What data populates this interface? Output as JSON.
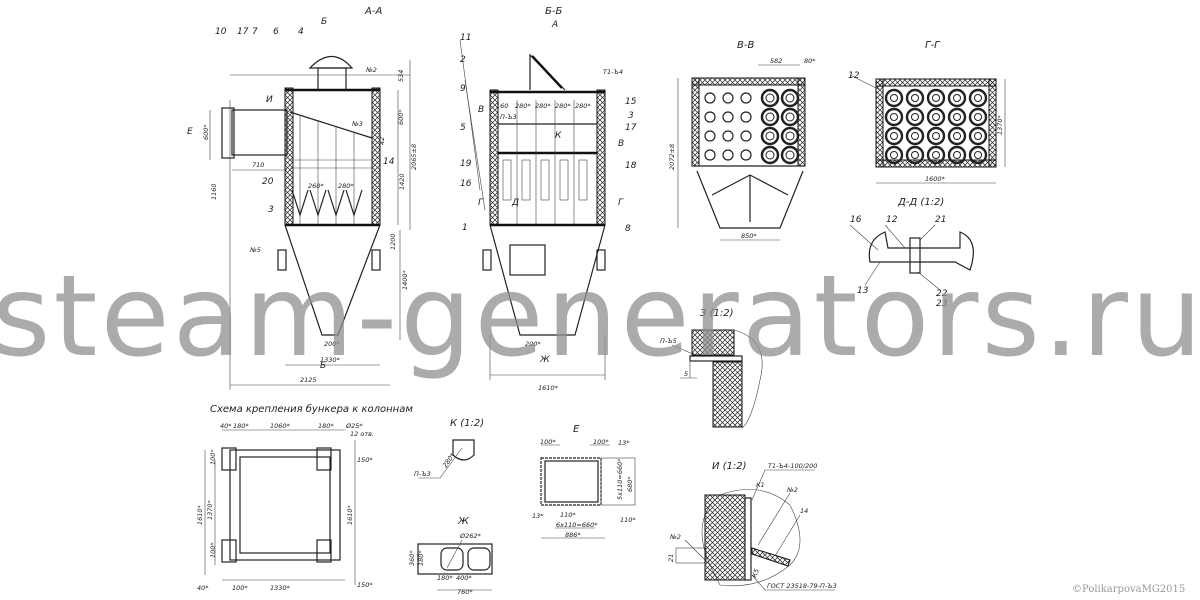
{
  "views": {
    "aa": {
      "title": "А-А",
      "labels": [
        "10",
        "17",
        "7",
        "6",
        "4",
        "И",
        "№2",
        "№3",
        "14",
        "20",
        "3",
        "№5",
        "Е",
        "Б",
        "Б"
      ],
      "dims": [
        "534",
        "600*",
        "42",
        "2065±8",
        "1420",
        "1160",
        "1200",
        "1400*",
        "2125",
        "1330*",
        "710",
        "600*",
        "200*",
        "260*",
        "280*"
      ]
    },
    "bb": {
      "title": "Б-Б",
      "labels": [
        "11",
        "2",
        "9",
        "5",
        "19",
        "16",
        "1",
        "15",
        "3",
        "17",
        "18",
        "8",
        "А",
        "В",
        "В",
        "Г",
        "Г",
        "Д",
        "Ж",
        "К",
        "Т1-Ъ4",
        "П-Ъ3"
      ],
      "dims": [
        "160",
        "280*",
        "280*",
        "280*",
        "280*",
        "1610*",
        "200*"
      ]
    },
    "vv": {
      "title": "В-В",
      "dims": [
        "582",
        "80*",
        "2072±8",
        "850*"
      ]
    },
    "gg": {
      "title": "Г-Г",
      "labels": [
        "12"
      ],
      "dims": [
        "1600*",
        "1370*"
      ]
    },
    "dd": {
      "title": "Д-Д (1:2)",
      "labels": [
        "16",
        "12",
        "21",
        "13",
        "22",
        "23"
      ]
    },
    "scheme": {
      "title": "Схема крепления бункера к колоннам",
      "dims": [
        "40*",
        "180*",
        "1060*",
        "180*",
        "Ø25*",
        "12 отв.",
        "1330*",
        "1610*",
        "1370*",
        "1610*",
        "100*",
        "40*",
        "100*",
        "100*",
        "150*",
        "150*"
      ]
    },
    "k": {
      "title": "К (1:2)",
      "labels": [
        "П-Ъ3",
        "280*"
      ]
    },
    "e": {
      "title": "Е",
      "dims": [
        "100*",
        "100*",
        "13*",
        "5х110=660*",
        "680*",
        "13*",
        "110*",
        "6х110=660*",
        "886*",
        "110*"
      ]
    },
    "zh": {
      "title": "Ж",
      "dims": [
        "Ø262*",
        "360*",
        "180*",
        "180*",
        "400*",
        "760*"
      ]
    },
    "z": {
      "title": "З (1:2)",
      "labels": [
        "П-Ъ5",
        "5"
      ]
    },
    "i": {
      "title": "И (1:2)",
      "labels": [
        "Т1-Ъ4-100/200",
        "К1",
        "№2",
        "14",
        "№2",
        "21",
        "К5",
        "ГОСТ 23518-79-П-Ъ3"
      ]
    }
  },
  "watermark": "steam-generators.ru",
  "copyright": "©PolikarpovaMG2015"
}
